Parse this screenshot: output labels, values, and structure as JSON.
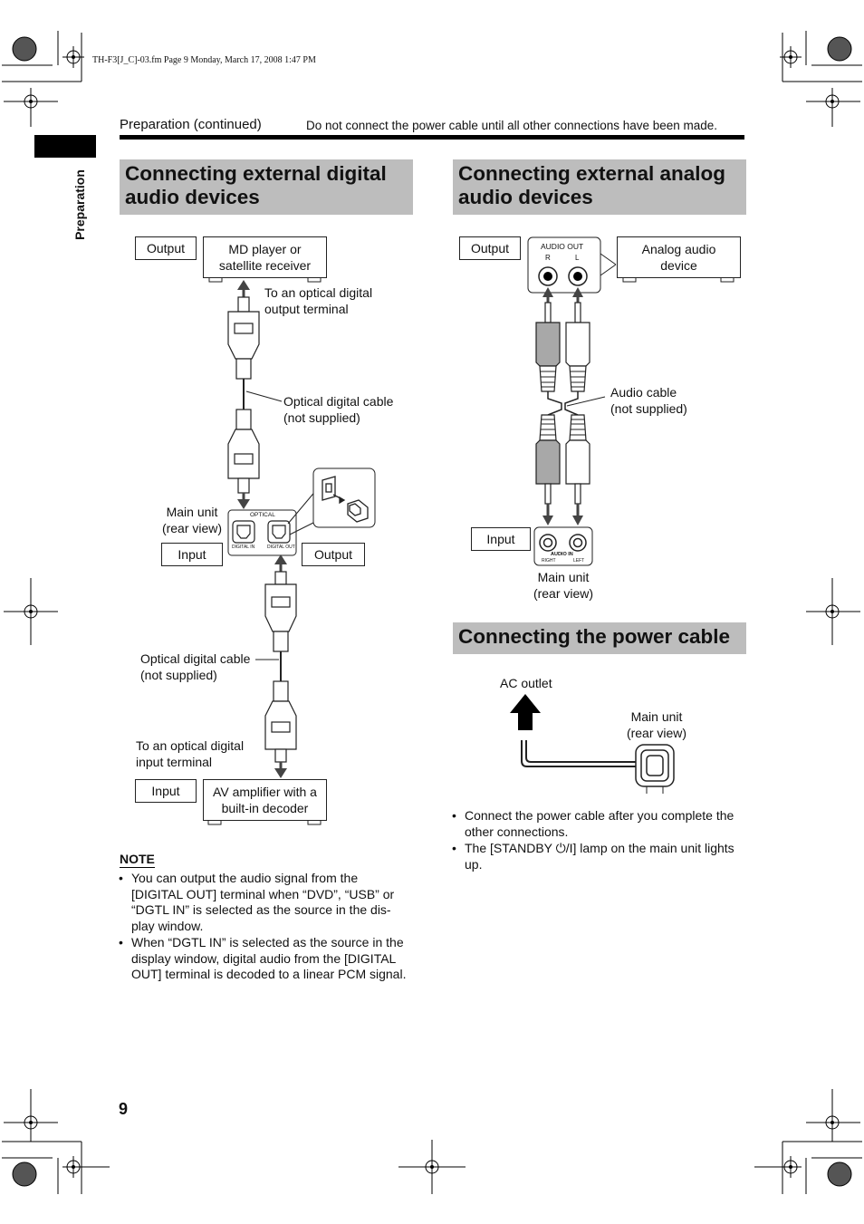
{
  "file_info": "TH-F3[J_C]-03.fm  Page 9  Monday, March 17, 2008  1:47 PM",
  "header": {
    "left": "Preparation (continued)",
    "right": "Do not connect the power cable until all other connections have been made."
  },
  "side_tab": "Preparation",
  "digital": {
    "title": "Connecting external digital audio devices",
    "output_tag_top": "Output",
    "device_top": "MD player or satellite receiver",
    "optical_out_label": "To an optical digital output terminal",
    "cable_label_1": "Optical digital cable (not supplied)",
    "main_unit_label": "Main unit (rear view)",
    "input_tag_mid": "Input",
    "output_tag_mid": "Output",
    "panel_optical": "OPTICAL",
    "panel_digital_in": "DIGITAL IN",
    "panel_digital_out": "DIGITAL OUT",
    "cable_label_2": "Optical digital cable (not supplied)",
    "optical_in_label": "To an optical digital input terminal",
    "input_tag_bottom": "Input",
    "device_bottom": "AV amplifier with a built-in decoder"
  },
  "note": {
    "title": "NOTE",
    "items": [
      "You can output the audio signal from the [DIGITAL OUT] terminal when “DVD”, “USB” or “DGTL IN” is selected as the source in the dis-play window.",
      "When “DGTL IN” is selected as the source in the display window, digital audio from the [DIGITAL OUT] terminal is decoded to a linear PCM signal."
    ]
  },
  "analog": {
    "title": "Connecting external analog audio devices",
    "output_tag": "Output",
    "jack_title": "AUDIO OUT",
    "jack_r": "R",
    "jack_l": "L",
    "device": "Analog audio device",
    "cable_label": "Audio cable (not supplied)",
    "input_tag": "Input",
    "in_audio_in": "AUDIO IN",
    "in_right": "RIGHT",
    "in_left": "LEFT",
    "main_unit_label": "Main unit (rear view)"
  },
  "power": {
    "title": "Connecting the power cable",
    "ac_outlet": "AC outlet",
    "main_unit_label": "Main unit (rear view)",
    "items": [
      "Connect the power cable after you complete the other connections.",
      "The [STANDBY ⏻/I] lamp on the main unit lights up."
    ]
  },
  "page_number": "9"
}
